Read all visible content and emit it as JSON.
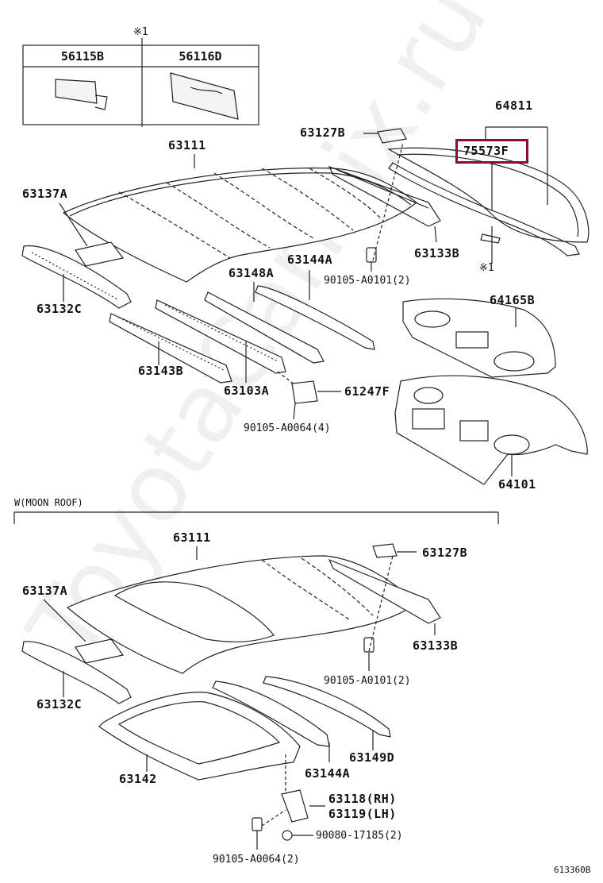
{
  "watermark": "ToyotaCarMix.ru",
  "figure_id": "613360B",
  "inset_table": {
    "note": "※1",
    "col1": "56115B",
    "col2": "56116D"
  },
  "section_title": "W(MOON ROOF)",
  "top_labels": {
    "p63111": "63111",
    "p63127B": "63127B",
    "p64811": "64811",
    "p75573F": "75573F",
    "p63137A": "63137A",
    "p63133B": "63133B",
    "note1": "※1",
    "p63144A": "63144A",
    "p63148A": "63148A",
    "p90105_A0101": "90105-A0101(2)",
    "p63132C": "63132C",
    "p64165B": "64165B",
    "p63143B": "63143B",
    "p63103A": "63103A",
    "p61247F": "61247F",
    "p90105_A0064": "90105-A0064(4)",
    "p64101": "64101"
  },
  "bottom_labels": {
    "p63111": "63111",
    "p63127B": "63127B",
    "p63137A": "63137A",
    "p63133B": "63133B",
    "p90105_A0101": "90105-A0101(2)",
    "p63132C": "63132C",
    "p63142": "63142",
    "p63144A": "63144A",
    "p63149D": "63149D",
    "p63118": "63118(RH)",
    "p63119": "63119(LH)",
    "p90080": "90080-17185(2)",
    "p90105_A0064": "90105-A0064(2)"
  },
  "colors": {
    "line": "#222222",
    "highlight": "#8b0a3a"
  }
}
